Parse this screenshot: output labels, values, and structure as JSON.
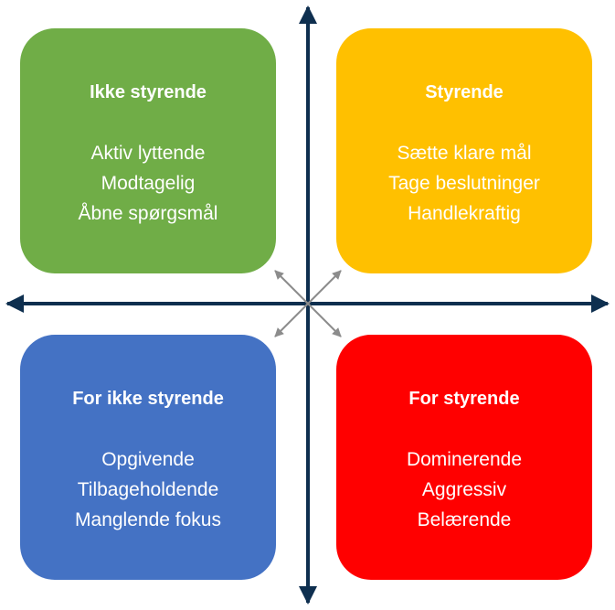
{
  "colors": {
    "axis": "#0e2f4f",
    "diagonal": "#8c8c8c"
  },
  "quadrants": {
    "top_left": {
      "title": "Ikke styrende",
      "items": [
        "Aktiv lyttende",
        "Modtagelig",
        "Åbne spørgsmål"
      ],
      "color": "#70ad47"
    },
    "top_right": {
      "title": "Styrende",
      "items": [
        "Sætte klare mål",
        "Tage beslutninger",
        "Handlekraftig"
      ],
      "color": "#ffc000"
    },
    "bottom_left": {
      "title": "For ikke styrende",
      "items": [
        "Opgivende",
        "Tilbageholdende",
        "Manglende fokus"
      ],
      "color": "#4472c4"
    },
    "bottom_right": {
      "title": "For styrende",
      "items": [
        "Dominerende",
        "Aggressiv",
        "Belærende"
      ],
      "color": "#ff0000"
    }
  }
}
